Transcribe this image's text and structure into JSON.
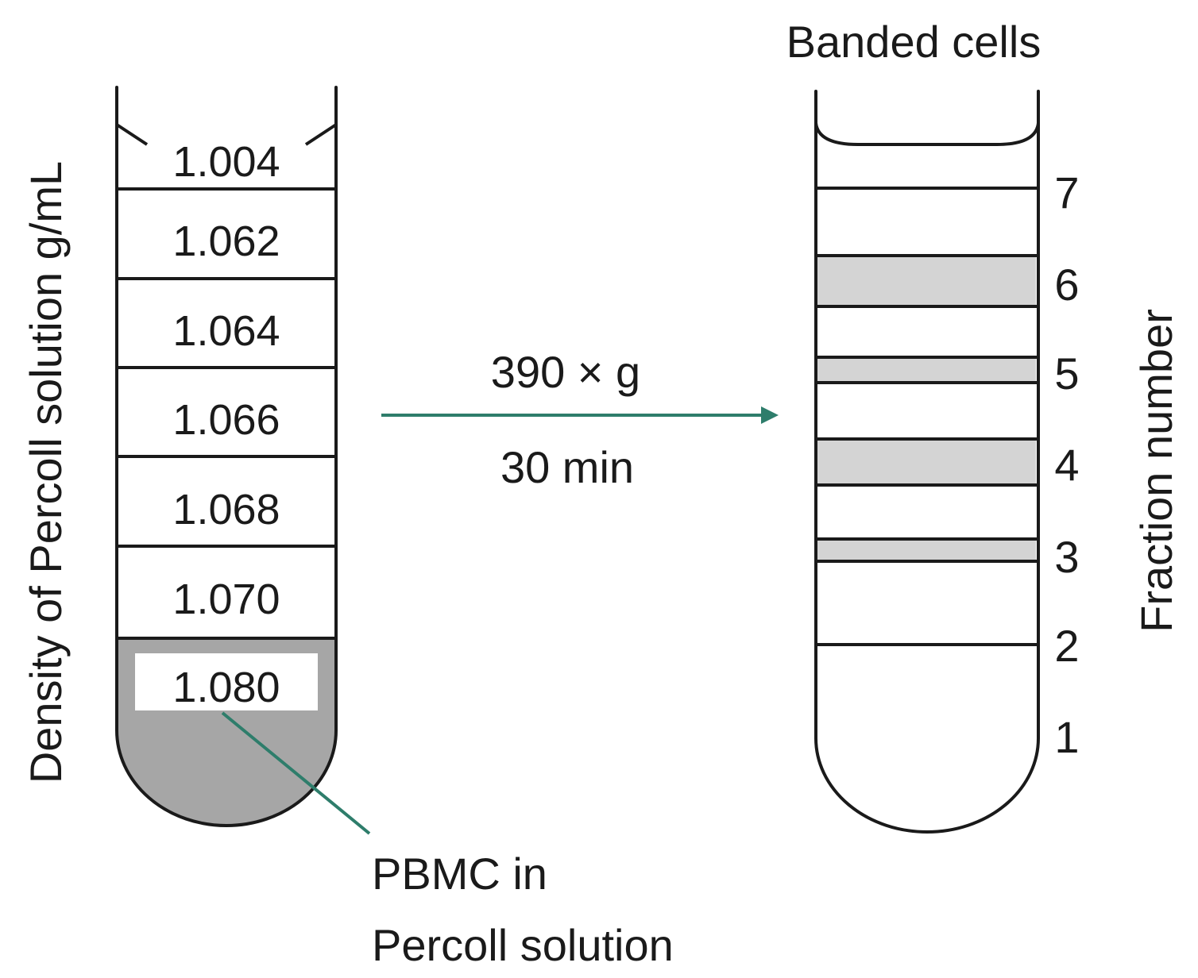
{
  "colors": {
    "ink": "#1a1a1a",
    "accent": "#2e7d6b",
    "sample_fill": "#a6a6a6",
    "band_fill": "#d4d4d4",
    "label_box": "#ffffff"
  },
  "left_tube": {
    "axis_label": "Density of Percoll solution g/mL",
    "layers": [
      "1.004",
      "1.062",
      "1.064",
      "1.066",
      "1.068",
      "1.070",
      "1.080"
    ],
    "sample_note_line1": "PBMC in",
    "sample_note_line2": "Percoll solution"
  },
  "centrifugation": {
    "force": "390 × g",
    "time": "30 min"
  },
  "right_tube": {
    "title": "Banded cells",
    "axis_label": "Fraction number",
    "fractions": [
      "7",
      "6",
      "5",
      "4",
      "3",
      "2",
      "1"
    ]
  }
}
